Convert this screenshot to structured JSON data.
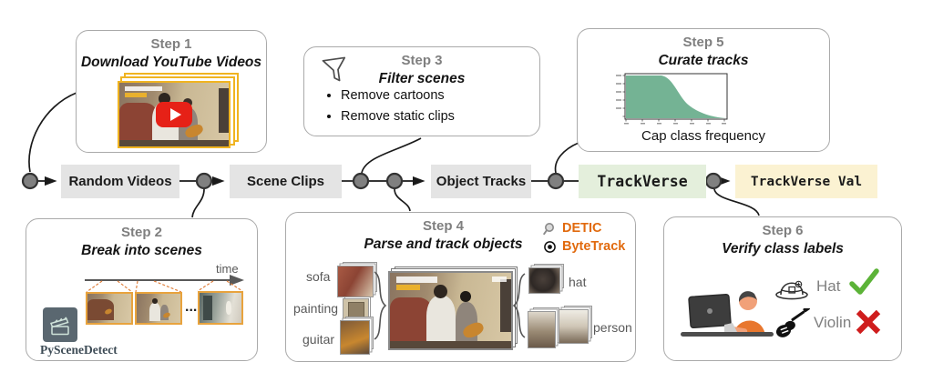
{
  "steps": [
    {
      "title": "Step 1",
      "subtitle": "Download YouTube Videos"
    },
    {
      "title": "Step 2",
      "subtitle": "Break into scenes",
      "time_label": "time",
      "ellipsis": "...",
      "tool_name": "PySceneDetect"
    },
    {
      "title": "Step 3",
      "subtitle": "Filter scenes",
      "bullets": [
        "Remove cartoons",
        "Remove static clips"
      ]
    },
    {
      "title": "Step 4",
      "subtitle": "Parse and track objects",
      "detector": "DETIC",
      "tracker": "ByteTrack",
      "left_objects": [
        "sofa",
        "painting",
        "guitar"
      ],
      "right_objects": [
        "hat",
        "person"
      ]
    },
    {
      "title": "Step 5",
      "subtitle": "Curate tracks",
      "chart_caption": "Cap class frequency"
    },
    {
      "title": "Step 6",
      "subtitle": "Verify class labels",
      "checks": [
        {
          "label": "Hat",
          "result": "correct"
        },
        {
          "label": "Violin",
          "result": "incorrect"
        }
      ]
    }
  ],
  "pipeline": {
    "stages": [
      {
        "label": "Random Videos",
        "color": "#e4e4e4"
      },
      {
        "label": "Scene Clips",
        "color": "#e4e4e4"
      },
      {
        "label": "Object Tracks",
        "color": "#e4e4e4"
      },
      {
        "label": "TrackVerse",
        "color": "#e4efdc"
      },
      {
        "label": "TrackVerse Val",
        "color": "#fbf2d2"
      }
    ]
  },
  "colors": {
    "stage_gray": "#e4e4e4",
    "trackverse_green": "#e4efdc",
    "trackverse_val_yellow": "#fbf2d2",
    "accent_orange": "#e16a0e",
    "check_green": "#5cb338",
    "cross_red": "#cf1d1d",
    "chart_green": "#74b394",
    "node_fill": "#808080",
    "step_title_gray": "#7f7f7f",
    "video_border_yellow": "#f0b421"
  },
  "chart_data": {
    "type": "area",
    "title": "",
    "caption": "Cap class frequency",
    "description": "Long-tail class frequency distribution with frequencies capped at a maximum (flat region) then decaying tail",
    "x_percent": [
      0,
      10,
      20,
      30,
      36,
      45,
      55,
      65,
      80,
      100
    ],
    "y_percent_of_cap": [
      100,
      100,
      100,
      100,
      100,
      60,
      36,
      20,
      8,
      1
    ],
    "xlabel": "",
    "ylabel": "",
    "grid": false
  }
}
